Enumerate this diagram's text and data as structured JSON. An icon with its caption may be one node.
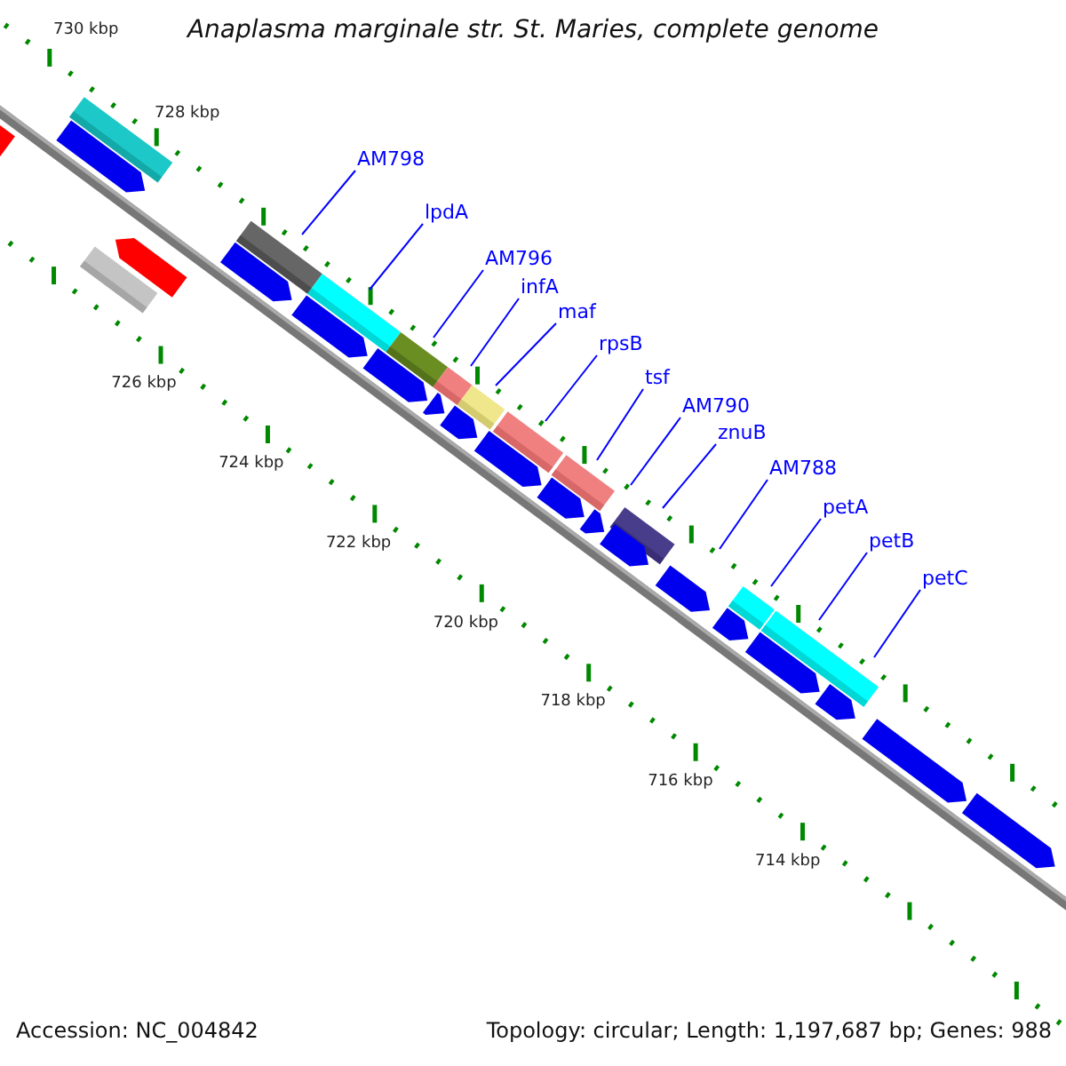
{
  "diagram": {
    "title": "Anaplasma marginale str. St. Maries, complete genome",
    "nodes": [
      {
        "text": [
          "AM798"
        ]
      },
      {
        "text": [
          "lpdA"
        ]
      },
      {
        "text": [
          "AM796"
        ]
      },
      {
        "text": [
          "infA"
        ]
      },
      {
        "text": [
          "maf"
        ]
      },
      {
        "text": [
          "rpsB"
        ]
      },
      {
        "text": [
          "tsf"
        ]
      },
      {
        "text": [
          "AM790"
        ]
      },
      {
        "text": [
          "znuB"
        ]
      },
      {
        "text": [
          "AM788"
        ]
      },
      {
        "text": [
          "petA"
        ]
      },
      {
        "text": [
          "petB"
        ]
      },
      {
        "text": [
          "petC"
        ]
      }
    ],
    "edges": [
      {
        "from": 0,
        "to": null,
        "arrow": "none"
      },
      {
        "from": 1,
        "to": null,
        "arrow": "none"
      },
      {
        "from": 2,
        "to": null,
        "arrow": "none"
      },
      {
        "from": 3,
        "to": null,
        "arrow": "none"
      },
      {
        "from": 4,
        "to": null,
        "arrow": "none"
      },
      {
        "from": 5,
        "to": null,
        "arrow": "none"
      },
      {
        "from": 6,
        "to": null,
        "arrow": "none"
      },
      {
        "from": 7,
        "to": null,
        "arrow": "none"
      },
      {
        "from": 8,
        "to": null,
        "arrow": "none"
      },
      {
        "from": 9,
        "to": null,
        "arrow": "none"
      },
      {
        "from": 10,
        "to": null,
        "arrow": "none"
      },
      {
        "from": 11,
        "to": null,
        "arrow": "none"
      },
      {
        "from": 12,
        "to": null,
        "arrow": "none"
      }
    ],
    "labels": [
      "730 kbp",
      "728 kbp",
      "726 kbp",
      "724 kbp",
      "722 kbp",
      "720 kbp",
      "718 kbp",
      "716 kbp",
      "714 kbp",
      "Accession: NC_004842",
      "Topology: circular; Length: 1,197,687 bp; Genes: 988"
    ]
  }
}
